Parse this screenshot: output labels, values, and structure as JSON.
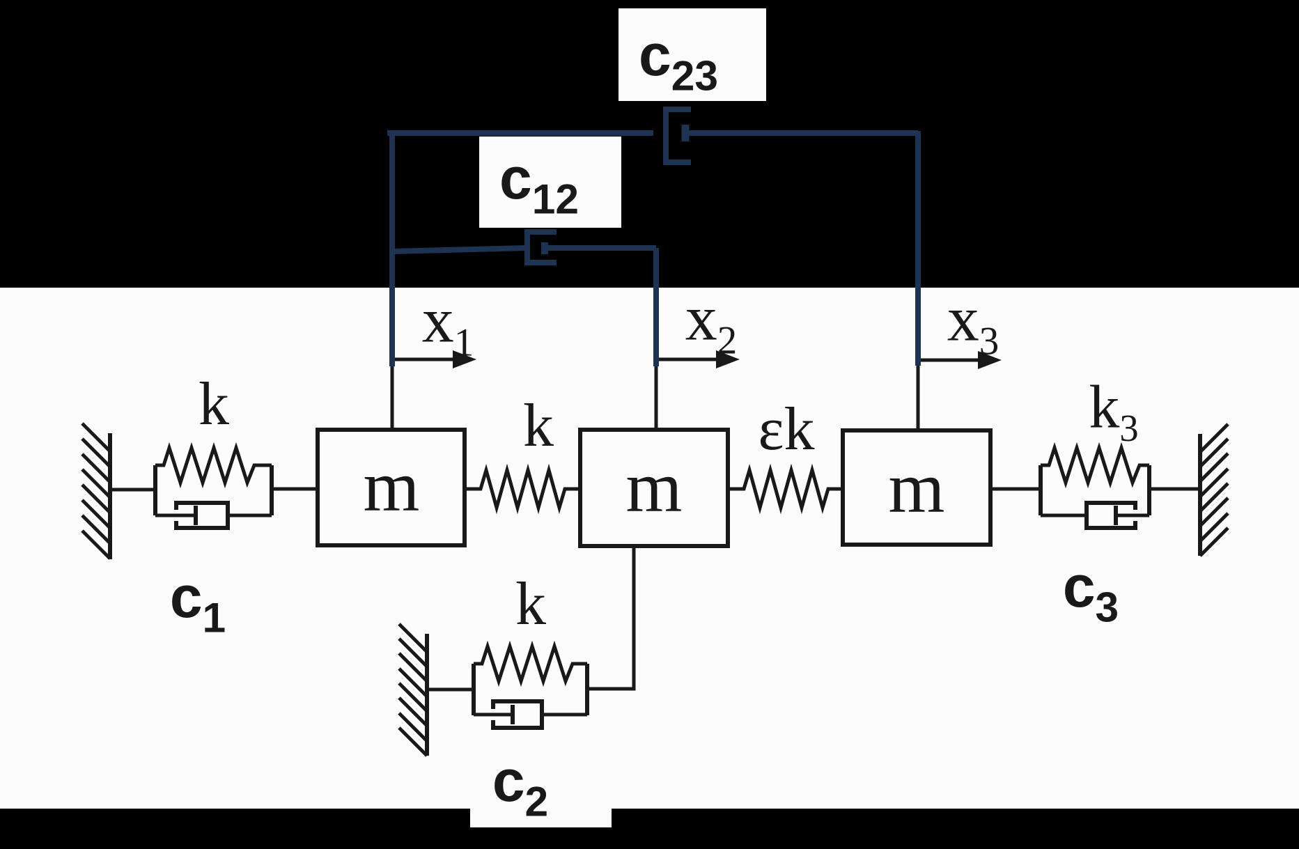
{
  "colors": {
    "background": "#000000",
    "panel": "#fcfcfc",
    "ink": "#191919",
    "navy": "#1e3252"
  },
  "masses": [
    {
      "label": "m"
    },
    {
      "label": "m"
    },
    {
      "label": "m"
    }
  ],
  "coordinates": [
    {
      "label": "x",
      "sub": "1"
    },
    {
      "label": "x",
      "sub": "2"
    },
    {
      "label": "x",
      "sub": "3"
    }
  ],
  "springs": {
    "wall_left": {
      "label": "k",
      "sub": ""
    },
    "coupling_12": {
      "label": "k",
      "sub": ""
    },
    "coupling_23": {
      "label": "εk",
      "sub": ""
    },
    "wall_right": {
      "label": "k",
      "sub": "3"
    },
    "ground_mass2": {
      "label": "k",
      "sub": ""
    }
  },
  "dampers": {
    "c1": {
      "label": "c",
      "sub": "1"
    },
    "c2": {
      "label": "c",
      "sub": "2"
    },
    "c3": {
      "label": "c",
      "sub": "3"
    },
    "c12": {
      "label": "c",
      "sub": "12"
    },
    "c23": {
      "label": "c",
      "sub": "23"
    }
  }
}
